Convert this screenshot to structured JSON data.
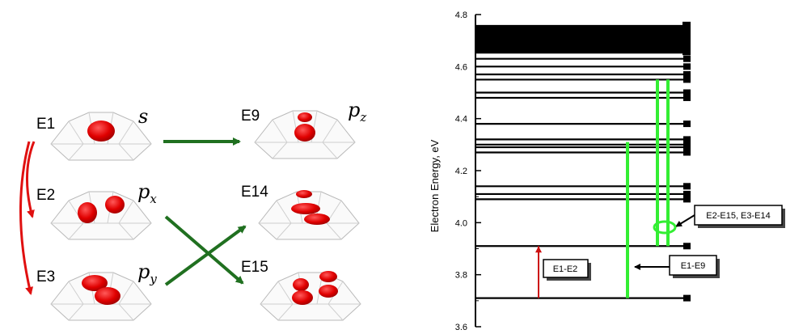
{
  "diagram": {
    "states": [
      {
        "label": "E1",
        "orbital": "s"
      },
      {
        "label": "E2",
        "orbital": "p",
        "sub": "x"
      },
      {
        "label": "E3",
        "orbital": "p",
        "sub": "y"
      },
      {
        "label": "E9",
        "orbital": "p",
        "sub": "z"
      },
      {
        "label": "E14",
        "orbital": "",
        "sub": ""
      },
      {
        "label": "E15",
        "orbital": "",
        "sub": ""
      }
    ],
    "colors": {
      "red_arrow": "#e01010",
      "green_arrow": "#207020",
      "orbital": "#e00000"
    }
  },
  "chart_data": {
    "type": "energy-level",
    "ylabel": "Electron Energy, eV",
    "ylim": [
      3.6,
      4.8
    ],
    "ticks": [
      "3.6",
      "3.8",
      "4.0",
      "4.2",
      "4.4",
      "4.6",
      "4.8"
    ],
    "tick_values": [
      3.6,
      3.8,
      4.0,
      4.2,
      4.4,
      4.6,
      4.8
    ],
    "levels": [
      3.71,
      3.91,
      4.09,
      4.11,
      4.14,
      4.27,
      4.29,
      4.3,
      4.32,
      4.38,
      4.48,
      4.5,
      4.55,
      4.57,
      4.6,
      4.63
    ],
    "band": [
      4.65,
      4.76
    ],
    "transitions": [
      {
        "name": "E1-E2",
        "from": 3.71,
        "to": 3.91,
        "color": "#cc1111"
      },
      {
        "name": "E1-E9",
        "from": 3.71,
        "to": 4.31,
        "color": "#33ee33"
      },
      {
        "name": "E2-E15",
        "from": 3.91,
        "to": 4.55,
        "color": "#33ee33"
      },
      {
        "name": "E3-E14",
        "from": 3.91,
        "to": 4.55,
        "color": "#33ee33"
      }
    ],
    "annotations": [
      "E1-E2",
      "E1-E9",
      "E2-E15, E3-E14"
    ]
  }
}
